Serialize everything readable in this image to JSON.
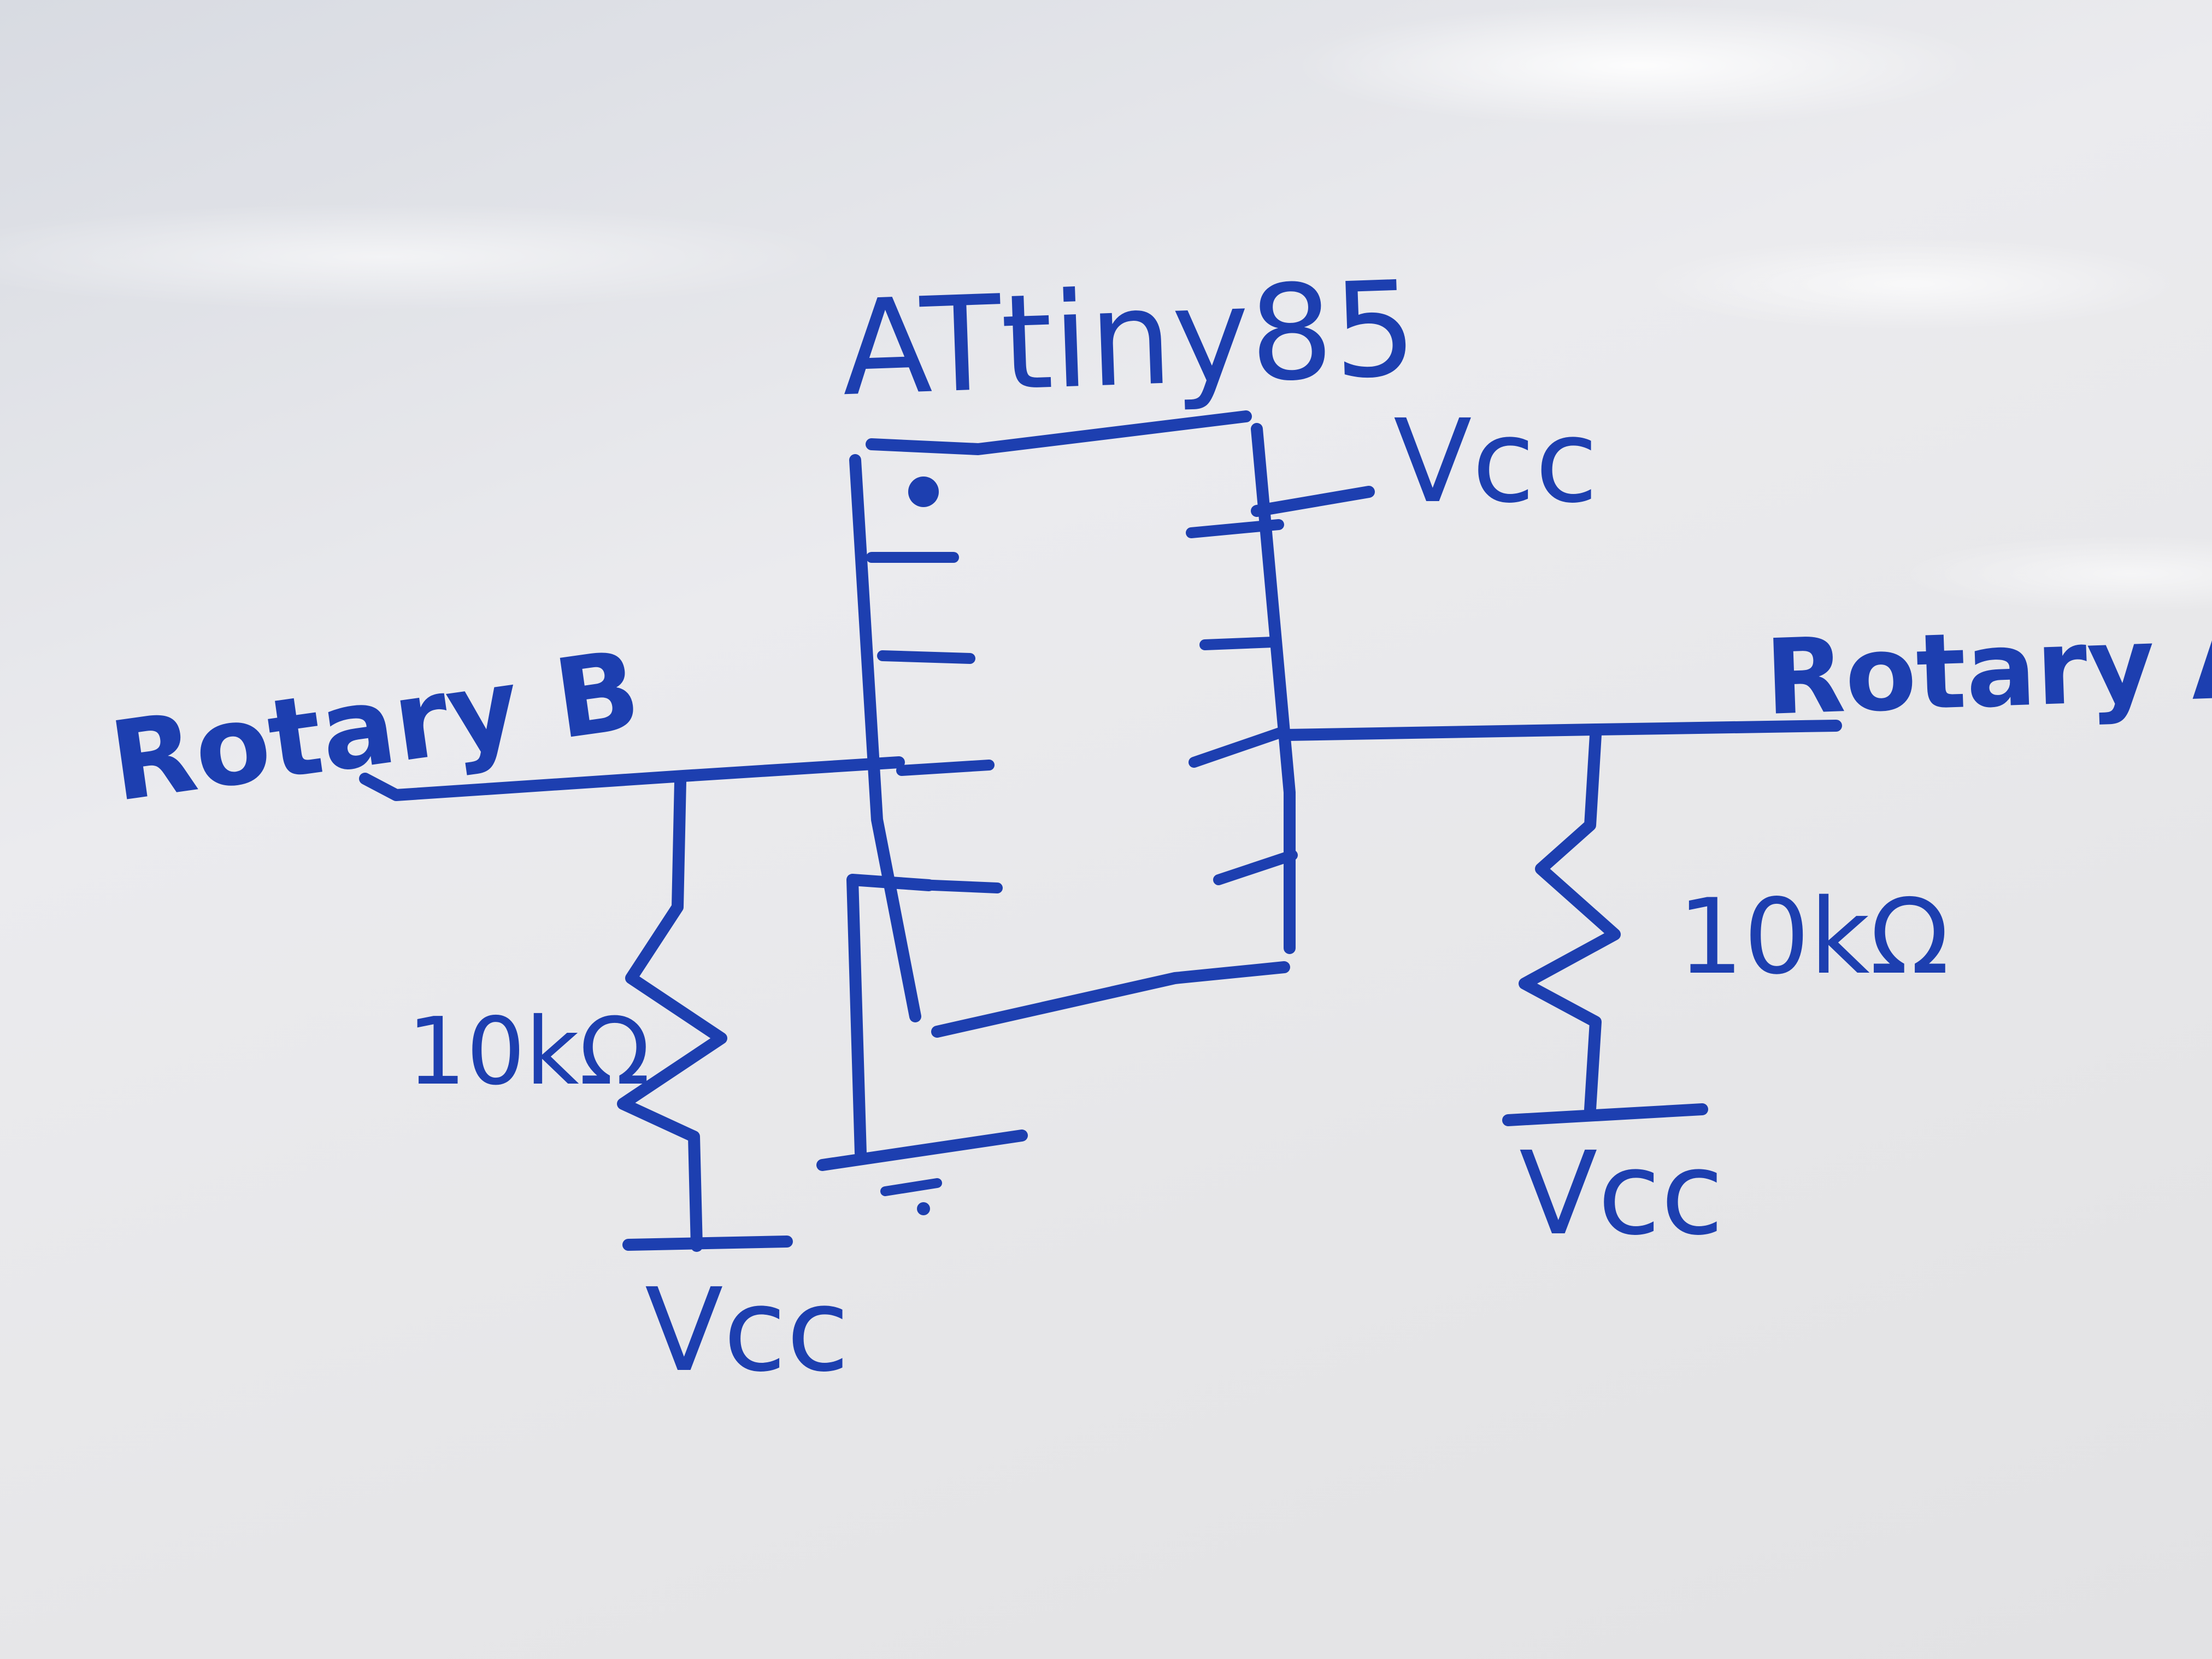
{
  "labels": {
    "chip": "ATtiny85",
    "vcc_top": "Vcc",
    "rotary_b": "Rotary B",
    "rotary_a": "Rotary A",
    "resistor_b": "10kΩ",
    "resistor_a": "10kΩ",
    "vcc_left": "Vcc",
    "vcc_right": "Vcc"
  },
  "colors": {
    "ink": "#1d3fb0",
    "board": "#e9eaee"
  }
}
